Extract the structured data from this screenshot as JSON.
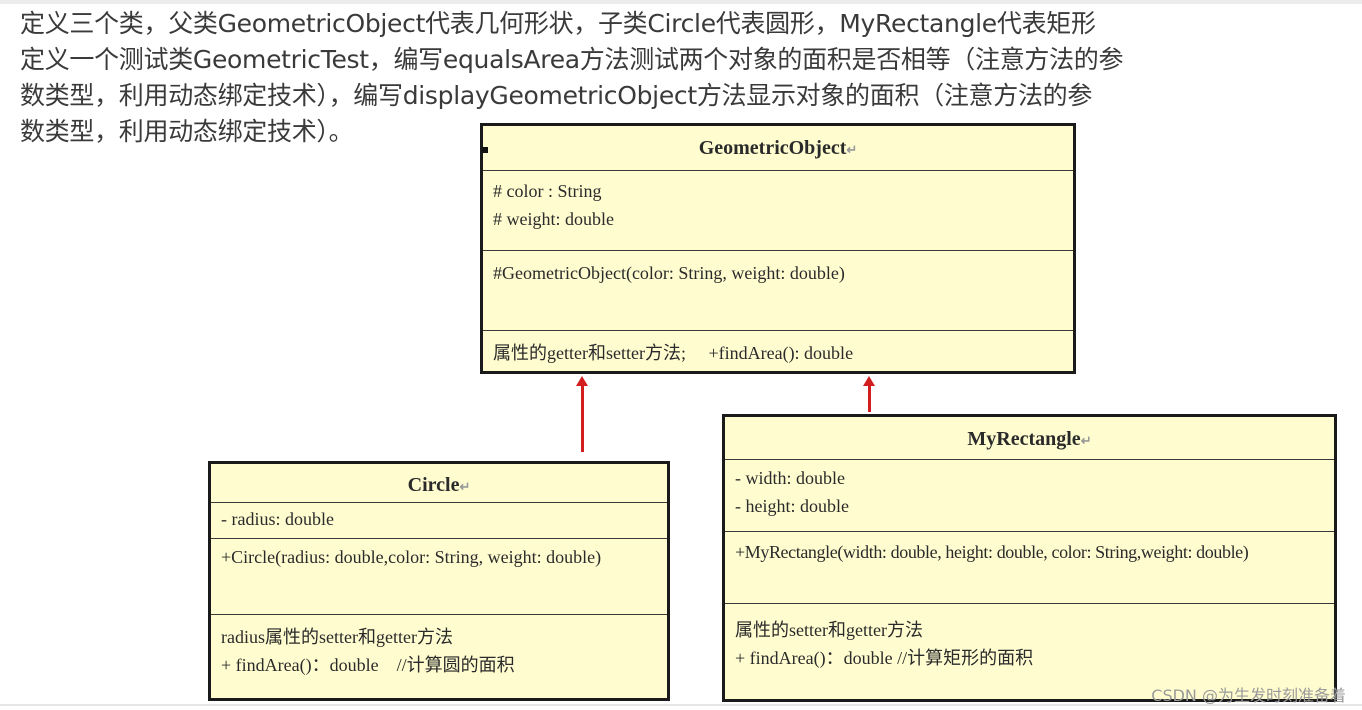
{
  "description": {
    "lines": [
      "定义三个类，父类GeometricObject代表几何形状，子类Circle代表圆形，MyRectangle代表矩形",
      "定义一个测试类GeometricTest，编写equalsArea方法测试两个对象的面积是否相等（注意方法的参",
      "数类型，利用动态绑定技术），编写displayGeometricObject方法显示对象的面积（注意方法的参",
      "数类型，利用动态绑定技术）。"
    ]
  },
  "diagram": {
    "colors": {
      "box_fill": "#fffdd0",
      "border": "#1a1a1a",
      "arrow": "#d21e1e"
    },
    "return_mark": "↵",
    "classes": {
      "geometric_object": {
        "name": "GeometricObject",
        "attributes": [
          "# color : String",
          "# weight: double"
        ],
        "constructors": [
          "#GeometricObject(color: String, weight: double)"
        ],
        "methods": [
          "属性的getter和setter方法;     +findArea(): double"
        ]
      },
      "circle": {
        "name": "Circle",
        "attributes": [
          "- radius: double"
        ],
        "constructors": [
          "+Circle(radius: double,color: String, weight: double)"
        ],
        "methods": [
          "radius属性的setter和getter方法",
          "+ findArea()：double    //计算圆的面积"
        ]
      },
      "my_rectangle": {
        "name": "MyRectangle",
        "attributes": [
          "- width: double",
          "- height: double"
        ],
        "constructors": [
          "+MyRectangle(width: double, height: double, color: String,weight: double)"
        ],
        "methods": [
          "属性的setter和getter方法",
          "+ findArea()：double //计算矩形的面积"
        ]
      }
    },
    "relations": [
      {
        "from": "Circle",
        "to": "GeometricObject",
        "type": "inheritance"
      },
      {
        "from": "MyRectangle",
        "to": "GeometricObject",
        "type": "inheritance"
      }
    ]
  },
  "watermark": "CSDN @为生发时刻准备着"
}
